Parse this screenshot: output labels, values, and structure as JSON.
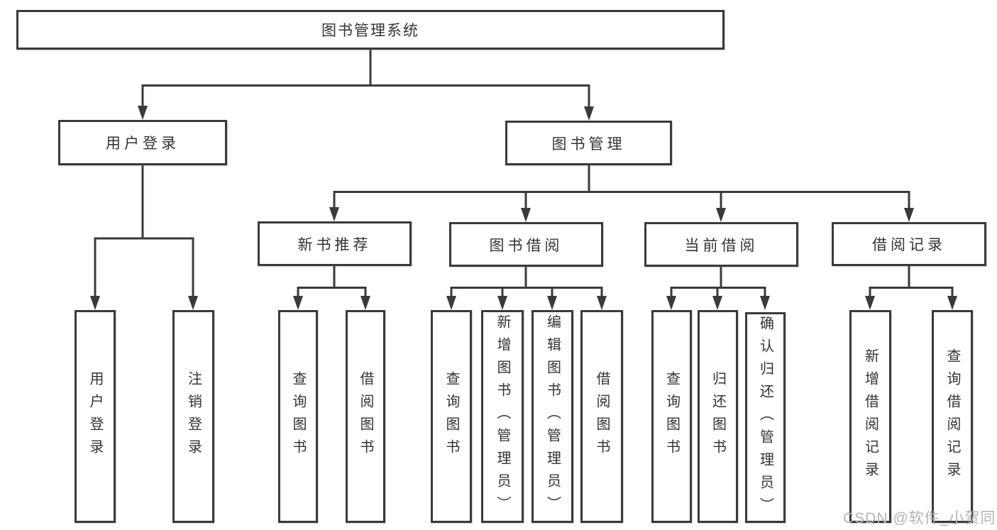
{
  "nodes": {
    "root": "图书管理系统",
    "user_login_branch": "用户登录",
    "book_management_branch": "图书管理",
    "new_book_recommend": "新书推荐",
    "book_borrow": "图书借阅",
    "current_borrow": "当前借阅",
    "borrow_records": "借阅记录",
    "leaf_user_login": "用户登录",
    "leaf_logout_login": "注销登录",
    "leaf_query_books_recommend": "查询图书",
    "leaf_borrow_books_recommend": "借阅图书",
    "leaf_query_books_borrow": "查询图书",
    "leaf_add_books_admin": "新增图书（管理员）",
    "leaf_edit_books_admin": "编辑图书（管理员）",
    "leaf_borrow_books_borrow": "借阅图书",
    "leaf_query_books_current": "查询图书",
    "leaf_return_books": "归还图书",
    "leaf_confirm_return_admin": "确认归还（管理员）",
    "leaf_add_borrow_record": "新增借阅记录",
    "leaf_query_borrow_record": "查询借阅记录"
  },
  "hierarchy": {
    "root": "图书管理系统",
    "children": [
      {
        "label": "用户登录",
        "children": [
          "用户登录",
          "注销登录"
        ]
      },
      {
        "label": "图书管理",
        "children": [
          {
            "label": "新书推荐",
            "children": [
              "查询图书",
              "借阅图书"
            ]
          },
          {
            "label": "图书借阅",
            "children": [
              "查询图书",
              "新增图书（管理员）",
              "编辑图书（管理员）",
              "借阅图书"
            ]
          },
          {
            "label": "当前借阅",
            "children": [
              "查询图书",
              "归还图书",
              "确认归还（管理员）"
            ]
          },
          {
            "label": "借阅记录",
            "children": [
              "新增借阅记录",
              "查询借阅记录"
            ]
          }
        ]
      }
    ]
  },
  "watermark": "CSDN @软件_小贺同学",
  "colors": {
    "line": "#3a3a3a",
    "text": "#333333",
    "watermark": "#b4b4b6",
    "background": "#ffffff"
  }
}
